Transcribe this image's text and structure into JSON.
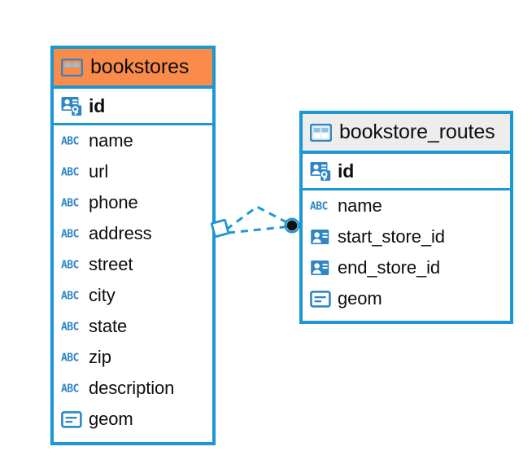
{
  "diagram": {
    "type": "entity-relationship-diagram",
    "background": "#ffffff",
    "accent_color": "#1b97d4",
    "highlight_color": "#fb8b4a",
    "neutral_header_color": "#ededed",
    "text_color": "#0d0d0d"
  },
  "entities": [
    {
      "name": "bookstores",
      "header_style": "accent",
      "table_icon": "table-icon",
      "fields": [
        {
          "label": "id",
          "icon": "primary-key-icon",
          "type": "pk"
        },
        {
          "label": "name",
          "icon": "abc-text-icon",
          "type": "text"
        },
        {
          "label": "url",
          "icon": "abc-text-icon",
          "type": "text"
        },
        {
          "label": "phone",
          "icon": "abc-text-icon",
          "type": "text"
        },
        {
          "label": "address",
          "icon": "abc-text-icon",
          "type": "text"
        },
        {
          "label": "street",
          "icon": "abc-text-icon",
          "type": "text"
        },
        {
          "label": "city",
          "icon": "abc-text-icon",
          "type": "text"
        },
        {
          "label": "state",
          "icon": "abc-text-icon",
          "type": "text"
        },
        {
          "label": "zip",
          "icon": "abc-text-icon",
          "type": "text"
        },
        {
          "label": "description",
          "icon": "abc-text-icon",
          "type": "text"
        },
        {
          "label": "geom",
          "icon": "geometry-icon",
          "type": "geom"
        }
      ]
    },
    {
      "name": "bookstore_routes",
      "header_style": "neutral",
      "table_icon": "table-icon",
      "fields": [
        {
          "label": "id",
          "icon": "primary-key-icon",
          "type": "pk"
        },
        {
          "label": "name",
          "icon": "abc-text-icon",
          "type": "text"
        },
        {
          "label": "start_store_id",
          "icon": "foreign-key-icon",
          "type": "fk"
        },
        {
          "label": "end_store_id",
          "icon": "foreign-key-icon",
          "type": "fk"
        },
        {
          "label": "geom",
          "icon": "geometry-icon",
          "type": "geom"
        }
      ]
    }
  ],
  "relationship": {
    "from_entity": "bookstores",
    "to_entity": "bookstore_routes",
    "line_style": "dashed",
    "source_marker": "diamond-marker",
    "target_marker": "filled-circle-marker",
    "color": "#1b97d4"
  }
}
